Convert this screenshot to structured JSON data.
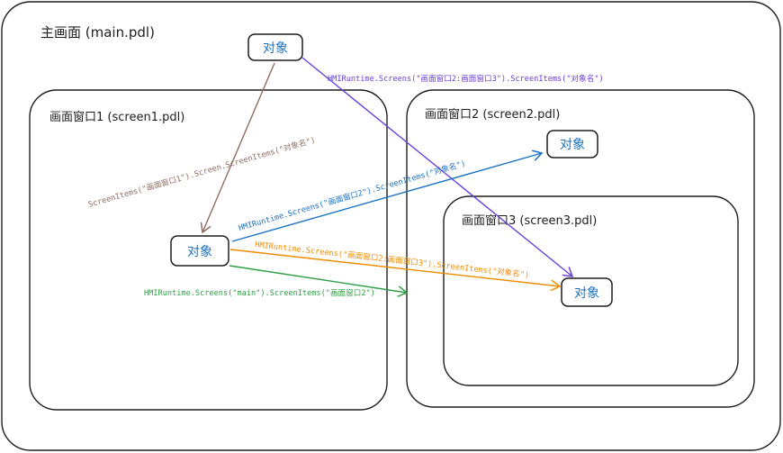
{
  "main": {
    "title": "主画面 (main.pdl)"
  },
  "screens": [
    {
      "title": "画面窗口1 (screen1.pdl)"
    },
    {
      "title": "画面窗口2 (screen2.pdl)"
    },
    {
      "title": "画面窗口3 (screen3.pdl)"
    }
  ],
  "objects": {
    "main_obj": "对象",
    "screen1_obj": "对象",
    "screen2_obj": "对象",
    "screen3_obj": "对象"
  },
  "arrows": [
    {
      "label": "ScreenItems(\"画面窗口1\").Screen.ScreenItems(\"对象名\")",
      "color": "#8d6e63"
    },
    {
      "label": "HMIRuntime.Screens(\"画面窗口2:画面窗口3\").ScreenItems(\"对象名\")",
      "color": "#6741d9"
    },
    {
      "label": "HMIRuntime.Screens(\"画面窗口2\").ScreenItems(\"对象名\")",
      "color": "#1971c2"
    },
    {
      "label": "HMIRuntime.Screens(\"画面窗口2:画面窗口3\").ScreenItems(\"对象名\")",
      "color": "#f08c00"
    },
    {
      "label": "HMIRuntime.Screens(\"main\").ScreenItems(\"画面窗口2\")",
      "color": "#2f9e44"
    }
  ]
}
